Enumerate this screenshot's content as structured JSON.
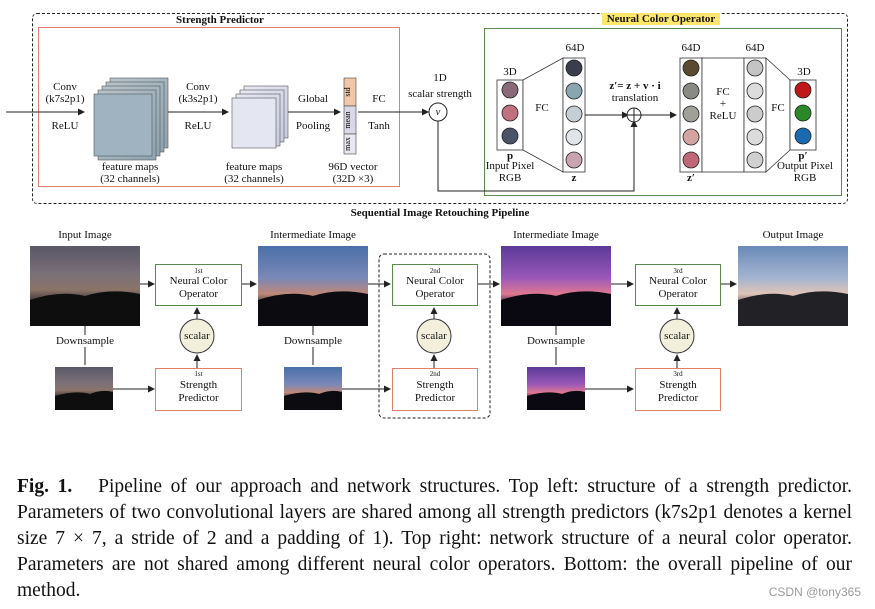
{
  "strength_predictor": {
    "title": "Strength Predictor",
    "conv1": [
      "Conv",
      "(k7s2p1)",
      "ReLU"
    ],
    "conv2": [
      "Conv",
      "(k3s2p1)",
      "ReLU"
    ],
    "feature_maps_1": [
      "feature maps",
      "(32 channels)"
    ],
    "feature_maps_2": [
      "feature maps",
      "(32 channels)"
    ],
    "pooling": [
      "Global",
      "Pooling"
    ],
    "vector_labels": [
      "std",
      "mean",
      "max"
    ],
    "vector_caption": [
      "96D vector",
      "(32D ×3)"
    ],
    "fc": [
      "FC",
      "Tanh"
    ],
    "scalar": [
      "1D",
      "scalar strength"
    ],
    "v_symbol": "v"
  },
  "neural_color_operator": {
    "title": "Neural Color Operator",
    "dims": {
      "d3_in": "3D",
      "d64_a": "64D",
      "d64_b": "64D",
      "d64_c": "64D",
      "d3_out": "3D"
    },
    "fc_left": "FC",
    "fc_mid": [
      "FC",
      "+",
      "ReLU"
    ],
    "fc_right": "FC",
    "formula": "z′= z + v · i",
    "translation": "translation",
    "input_label": [
      "p",
      "Input Pixel",
      "RGB"
    ],
    "z_label": "z",
    "zprime_label": "z′",
    "output_label": [
      "p′",
      "Output Pixel",
      "RGB"
    ],
    "node_colors": {
      "input": [
        "#8a6a78",
        "#c0707e",
        "#4a5468"
      ],
      "z": [
        "#3a3e4c",
        "#8aa4b0",
        "#c4ced4",
        "#e0e4e8",
        "#c8a4b0"
      ],
      "zprime": [
        "#5a4a32",
        "#8a8a84",
        "#a0a098",
        "#d4a4a0",
        "#c06878"
      ],
      "h": [
        "#c4c4c4",
        "#dcdcdc",
        "#cccccc",
        "#dcdcdc",
        "#d0d0d0"
      ],
      "output": [
        "#c01818",
        "#2a8a2a",
        "#1a6ab0"
      ]
    }
  },
  "pipeline": {
    "title": "Sequential Image Retouching Pipeline",
    "images": [
      "Input Image",
      "Intermediate Image",
      "Intermediate Image",
      "Output Image"
    ],
    "downsample": "Downsample",
    "scalar": "scalar",
    "operators": [
      {
        "sup": "1",
        "suffix": "st",
        "name": [
          "Neural Color",
          "Operator"
        ]
      },
      {
        "sup": "2",
        "suffix": "nd",
        "name": [
          "Neural Color",
          "Operator"
        ]
      },
      {
        "sup": "3",
        "suffix": "rd",
        "name": [
          "Neural Color",
          "Operator"
        ]
      }
    ],
    "predictors": [
      {
        "sup": "1",
        "suffix": "st",
        "name": [
          "Strength",
          "Predictor"
        ]
      },
      {
        "sup": "2",
        "suffix": "nd",
        "name": [
          "Strength",
          "Predictor"
        ]
      },
      {
        "sup": "3",
        "suffix": "rd",
        "name": [
          "Strength",
          "Predictor"
        ]
      }
    ]
  },
  "caption": {
    "label": "Fig. 1.",
    "text": "Pipeline of our approach and network structures. Top left: structure of a strength predictor. Parameters of two convolutional layers are shared among all strength predictors (k7s2p1 denotes a kernel size 7 × 7, a stride of 2 and a padding of 1). Top right: network structure of a neural color operator. Parameters are not shared among different neural color operators. Bottom: the overall pipeline of our method."
  },
  "watermark": "CSDN @tony365"
}
